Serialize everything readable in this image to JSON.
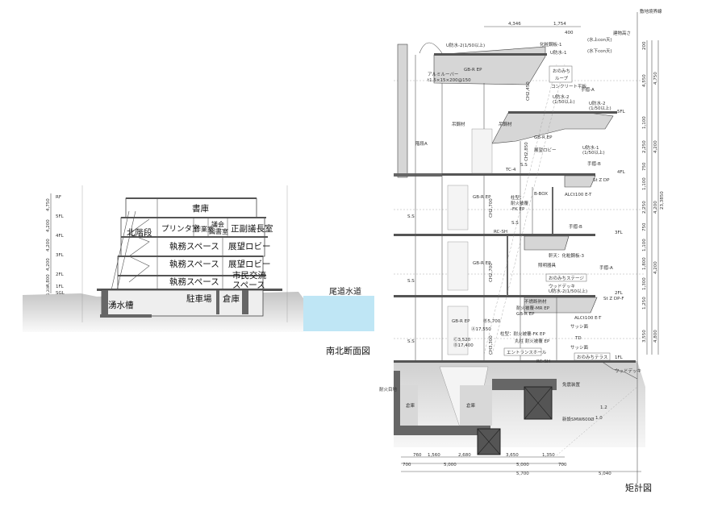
{
  "section": {
    "caption": "南北断面図",
    "water_label": "尾道水道",
    "rooms": [
      "書庫",
      "プリンタ室",
      "作業室",
      "議会",
      "図書室",
      "正副議長室",
      "北階段",
      "執務スペース",
      "展望ロビー",
      "執務スペース",
      "展望ロビー",
      "執務スペース",
      "市民交流",
      "スペース",
      "駐車場",
      "倉庫",
      "湧水槽"
    ],
    "levels": [
      "RF",
      "5FL",
      "4FL",
      "3FL",
      "2FL",
      "1FL",
      "SGL"
    ],
    "level_dims": [
      "4,750",
      "4,200",
      "4,200",
      "4,200",
      "4,800",
      "1,200"
    ],
    "colors": {
      "ground": "#c8c8c8",
      "water": "#bfe6f5",
      "structure": "#555555"
    }
  },
  "detail": {
    "caption": "矩計図",
    "top_dims": [
      "4,346",
      "1,754",
      "400"
    ],
    "labels": [
      "U防水-2(1/50以上)",
      "化粧鋼板-1",
      "U防水-1",
      "GB-R EP",
      "アルミルーバー",
      "t1.5×15×200@150",
      "おのみち",
      "ループ",
      "コンクリート平板",
      "手摺-A",
      "U防水-2",
      "(1/50以上)",
      "U防水-2",
      "(1/50以上)",
      "吊鋼材",
      "吊鋼材",
      "階段A",
      "GB-R EP",
      "展望ロビー",
      "U防水-1",
      "(1/50以上)",
      "手摺-B",
      "TC-4",
      "S.S",
      "St Z DP",
      "B-BOX",
      "ALCt100 E-T",
      "柱型：",
      "耐火被覆",
      "-FK EP",
      "GB-R EP",
      "S.S",
      "手摺-B",
      "RC-SH",
      "GB-R EP",
      "軒天：化粧鋼板-3",
      "照明器具",
      "おのみちステージ",
      "手摺-A",
      "ウッドデッキ",
      "U防水-2(1/50以上)",
      "不燃断熱材",
      "耐火被覆-MR EP",
      "GB-R EP",
      "St Z DP-F",
      "ALCt100 E-T",
      "GB-R EP",
      "Ⓑ5,700",
      "Ⓐ17,550",
      "Ⓒ3,520",
      "Ⓓ17,400",
      "柱型：耐火被覆-FK EP",
      "丸柱 耐火被覆 EP",
      "サッシ面",
      "TD",
      "サッシ面",
      "エントランスホール",
      "おのみちテラス",
      "RC-SH",
      "免震装置",
      "ウッドデッキ",
      "耐火目地",
      "倉庫",
      "倉庫",
      "新設SMW600Ø",
      "1.2",
      "1.0",
      "S.S",
      "S.S",
      "S.S",
      "CH2,450",
      "CH2,850",
      "CH2,700",
      "CH2,700",
      "CH3,300"
    ],
    "right_labels": [
      "敷地境界線",
      "建物高さ",
      "(水上con天)",
      "(水下con天)"
    ],
    "floor_levels": [
      "5FL",
      "4FL",
      "3FL",
      "2FL",
      "1FL"
    ],
    "right_dims_inner": [
      "200",
      "4,550",
      "1,100",
      "2,250",
      "750",
      "1,100",
      "2,250",
      "750",
      "1,100",
      "1,800",
      "1,300",
      "1,250",
      "3,550"
    ],
    "right_dims_outer": [
      "4,750",
      "4,200",
      "4,200",
      "4,200",
      "4,800"
    ],
    "right_dims_total": "23,3850",
    "bottom_dims_row1": [
      "760",
      "1,560",
      "2,680",
      "3,650",
      "1,350"
    ],
    "bottom_dims_row2": [
      "700",
      "5,000",
      "5,000",
      "700"
    ],
    "bottom_dims_row3": [
      "5,700",
      "5,040"
    ]
  }
}
